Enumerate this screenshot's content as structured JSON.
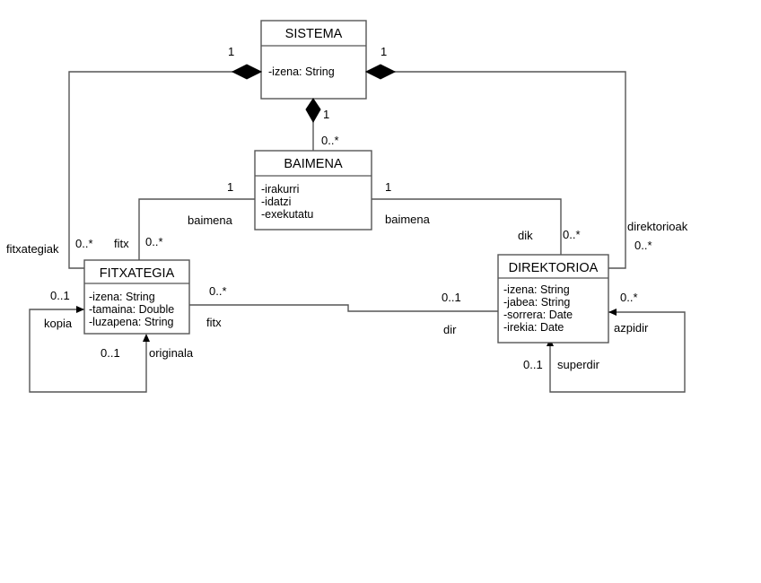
{
  "diagram": {
    "type": "uml-class-diagram",
    "language": "eu",
    "title": "",
    "background_color": "#ffffff",
    "line_color": "#555555",
    "text_color": "#000000"
  },
  "classes": [
    {
      "id": "sistema",
      "name": "SISTEMA",
      "attributes": [
        "-izena: String"
      ]
    },
    {
      "id": "baimena",
      "name": "BAIMENA",
      "attributes": [
        "-irakurri",
        "-idatzi",
        "-exekutatu"
      ]
    },
    {
      "id": "fitxategia",
      "name": "FITXATEGIA",
      "attributes": [
        "-izena: String",
        "-tamaina: Double",
        "-luzapena: String"
      ]
    },
    {
      "id": "direktorioa",
      "name": "DIREKTORIOA",
      "attributes": [
        "-izena: String",
        "-jabea: String",
        "-sorrera: Date",
        "-irekia: Date"
      ]
    }
  ],
  "labels": {
    "sistema_left_mult": "1",
    "sistema_right_mult": "1",
    "sistema_bottom_mult": "1",
    "baimena_top_mult": "0..*",
    "baimena_left_mult": "1",
    "baimena_left_role": "baimena",
    "baimena_right_mult": "1",
    "baimena_right_role": "baimena",
    "fitxategiak_role": "fitxategiak",
    "fitxategiak_mult": "0..*",
    "fitx_baimena_role": "fitx",
    "fitx_baimena_mult": "0..*",
    "direktorioak_role": "direktorioak",
    "direktorioak_mult": "0..*",
    "dik_role": "dik",
    "dik_mult": "0..*",
    "fitx_dir_mult": "0..*",
    "fitx_dir_role": "fitx",
    "dir_mult": "0..1",
    "dir_role": "dir",
    "kopia_mult": "0..1",
    "kopia_role": "kopia",
    "originala_mult": "0..1",
    "originala_role": "originala",
    "azpidir_mult": "0..*",
    "azpidir_role": "azpidir",
    "superdir_mult": "0..1",
    "superdir_role": "superdir"
  }
}
